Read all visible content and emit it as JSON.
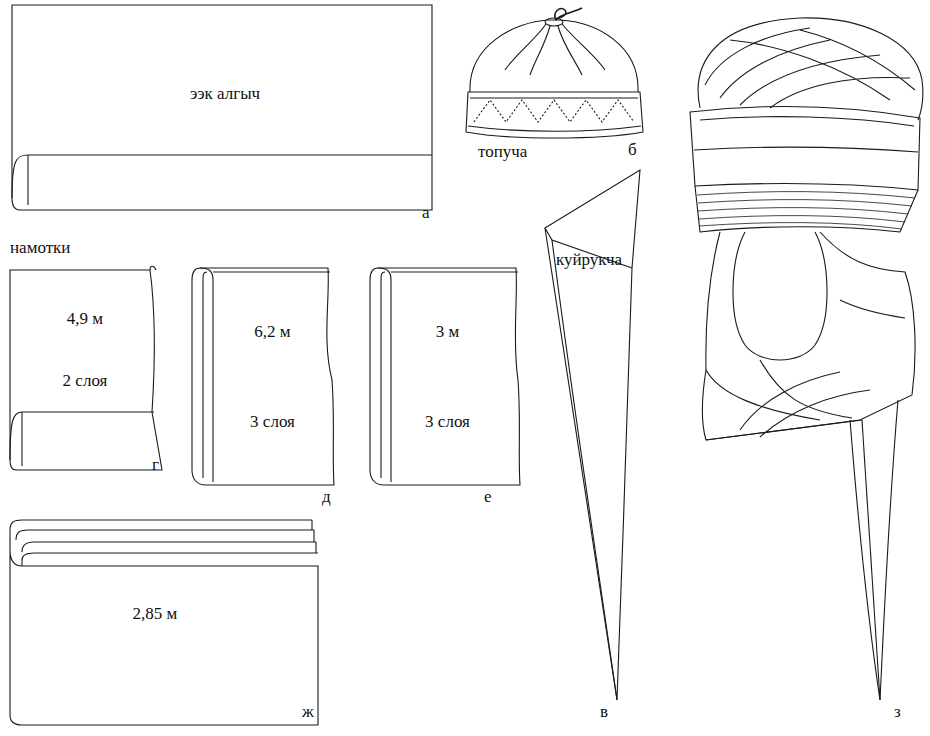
{
  "diagram": {
    "nodes": [
      {
        "text": [
          "ээк алгыч"
        ]
      },
      {
        "text": [
          "4,9 м",
          "2 слоя"
        ]
      },
      {
        "text": [
          "6,2 м",
          "3 слоя"
        ]
      },
      {
        "text": [
          "3 м",
          "3 слоя"
        ]
      },
      {
        "text": [
          "2,85 м"
        ]
      },
      {
        "text": [
          "куйрукча"
        ]
      }
    ],
    "labels": [
      "а",
      "топуча",
      "б",
      "намотки",
      "г",
      "д",
      "е",
      "ж",
      "в",
      "з"
    ]
  }
}
